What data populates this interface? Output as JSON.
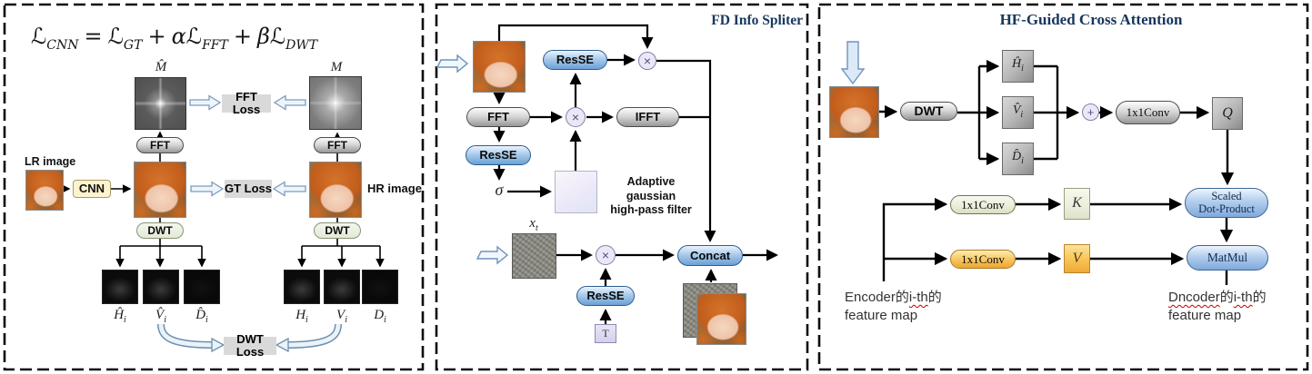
{
  "colors": {
    "title_navy": "#17365d",
    "blue_node": "#7fa9dc",
    "gray_node": "#9a9a9a",
    "gold_node": "#f0a937",
    "sage_node": "#e9edd8",
    "lavender_op": "#eae8f7",
    "loss_box_gray": "#d9d9d9",
    "cnn_box_cream": "#fdf3cf",
    "arrow_outline_blue": "#6d94bd",
    "spellcheck_red": "#c00000"
  },
  "left": {
    "formula": {
      "l": "ℒ",
      "sub_cnn": "CNN",
      "eq": "=",
      "sub_gt": "GT",
      "plus": "+",
      "alpha": "α",
      "sub_fft": "FFT",
      "beta": "β",
      "sub_dwt": "DWT"
    },
    "m_hat": "M̂",
    "m": "M",
    "fft_loss": "FFT Loss",
    "gt_loss": "GT Loss",
    "dwt_loss": "DWT Loss",
    "fft": "FFT",
    "dwt": "DWT",
    "cnn": "CNN",
    "lr_image": "LR image",
    "hr_image": "HR image",
    "sr_h": {
      "main": "Ĥ",
      "sub": "i"
    },
    "sr_v": {
      "main": "V̂",
      "sub": "i"
    },
    "sr_d": {
      "main": "D̂",
      "sub": "i"
    },
    "hr_h": {
      "main": "H",
      "sub": "i"
    },
    "hr_v": {
      "main": "V",
      "sub": "i"
    },
    "hr_d": {
      "main": "D",
      "sub": "i"
    }
  },
  "middle": {
    "title": "FD Info Spliter",
    "fft": "FFT",
    "ifft": "IFFT",
    "resse": "ResSE",
    "concat": "Concat",
    "filter_line1": "Adaptive gaussian",
    "filter_line2": "high-pass filter",
    "sigma": "σ",
    "x_t": {
      "main": "x",
      "sub": "t"
    },
    "t_box": "T",
    "multiply": "×"
  },
  "right": {
    "title": "HF-Guided Cross Attention",
    "dwt": "DWT",
    "conv": "1x1Conv",
    "h_hat": {
      "main": "Ĥ",
      "sub": "i"
    },
    "v_hat": {
      "main": "V̂",
      "sub": "i"
    },
    "d_hat": {
      "main": "D̂",
      "sub": "i"
    },
    "add": "+",
    "q": "Q",
    "k": "K",
    "v": "V",
    "scaled_line1": "Scaled",
    "scaled_line2": "Dot-Product",
    "matmul": "MatMul",
    "encoder": {
      "pre": "Encoder的",
      "ith": "i-th",
      "post": "的",
      "line2": "feature map"
    },
    "decoder": {
      "pre": "Dncoder",
      "de1": "的",
      "ith": "i-th",
      "post": "的",
      "line2": "feature map"
    }
  }
}
